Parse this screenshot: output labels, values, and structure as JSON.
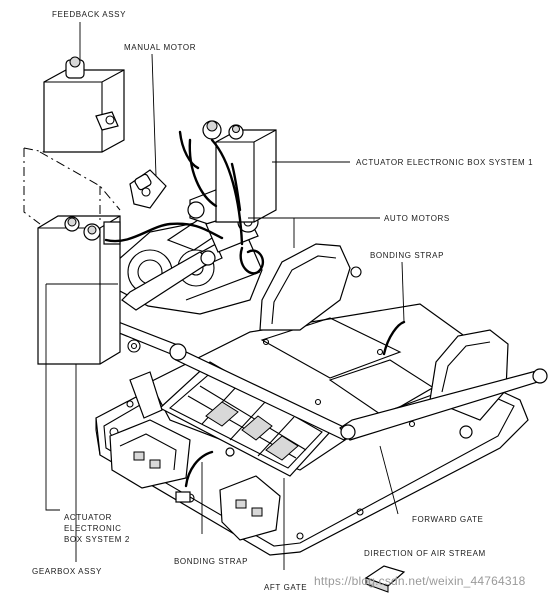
{
  "labels": {
    "feedback_assy": "FEEDBACK ASSY",
    "manual_motor": "MANUAL MOTOR",
    "actuator_box_1": "ACTUATOR ELECTRONIC BOX SYSTEM 1",
    "auto_motors": "AUTO MOTORS",
    "bonding_strap_top": "BONDING STRAP",
    "actuator_box_2_line1": "ACTUATOR",
    "actuator_box_2_line2": "ELECTRONIC",
    "actuator_box_2_line3": "BOX SYSTEM 2",
    "gearbox_assy": "GEARBOX ASSY",
    "bonding_strap_bottom": "BONDING STRAP",
    "aft_gate": "AFT GATE",
    "forward_gate": "FORWARD GATE",
    "direction_air_stream": "DIRECTION OF AIR STREAM"
  },
  "watermark": "https://blog.csdn.net/weixin_44764318"
}
